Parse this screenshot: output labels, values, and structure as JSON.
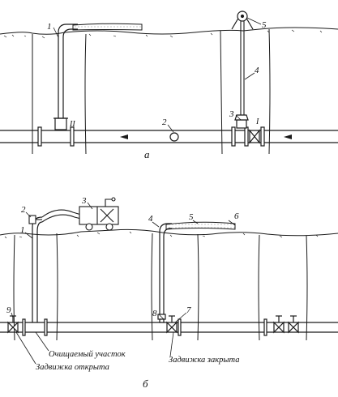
{
  "diagram_a": {
    "caption": "а",
    "labels": {
      "n1": "1",
      "n2": "2",
      "n3": "3",
      "n4": "4",
      "n5": "5",
      "roman1": "I",
      "roman2": "II"
    }
  },
  "diagram_b": {
    "caption": "б",
    "labels": {
      "n1": "1",
      "n2": "2",
      "n3": "3",
      "n4": "4",
      "n5": "5",
      "n6": "6",
      "n7": "7",
      "n8": "8",
      "n9": "9"
    },
    "annotations": {
      "cleaned_section": "Очищаемый участок",
      "valve_open": "Задвижка открыта",
      "valve_closed": "Задвижка закрыта"
    }
  },
  "colors": {
    "ink": "#1a1a1a",
    "hatch": "#555555",
    "background": "#ffffff"
  }
}
